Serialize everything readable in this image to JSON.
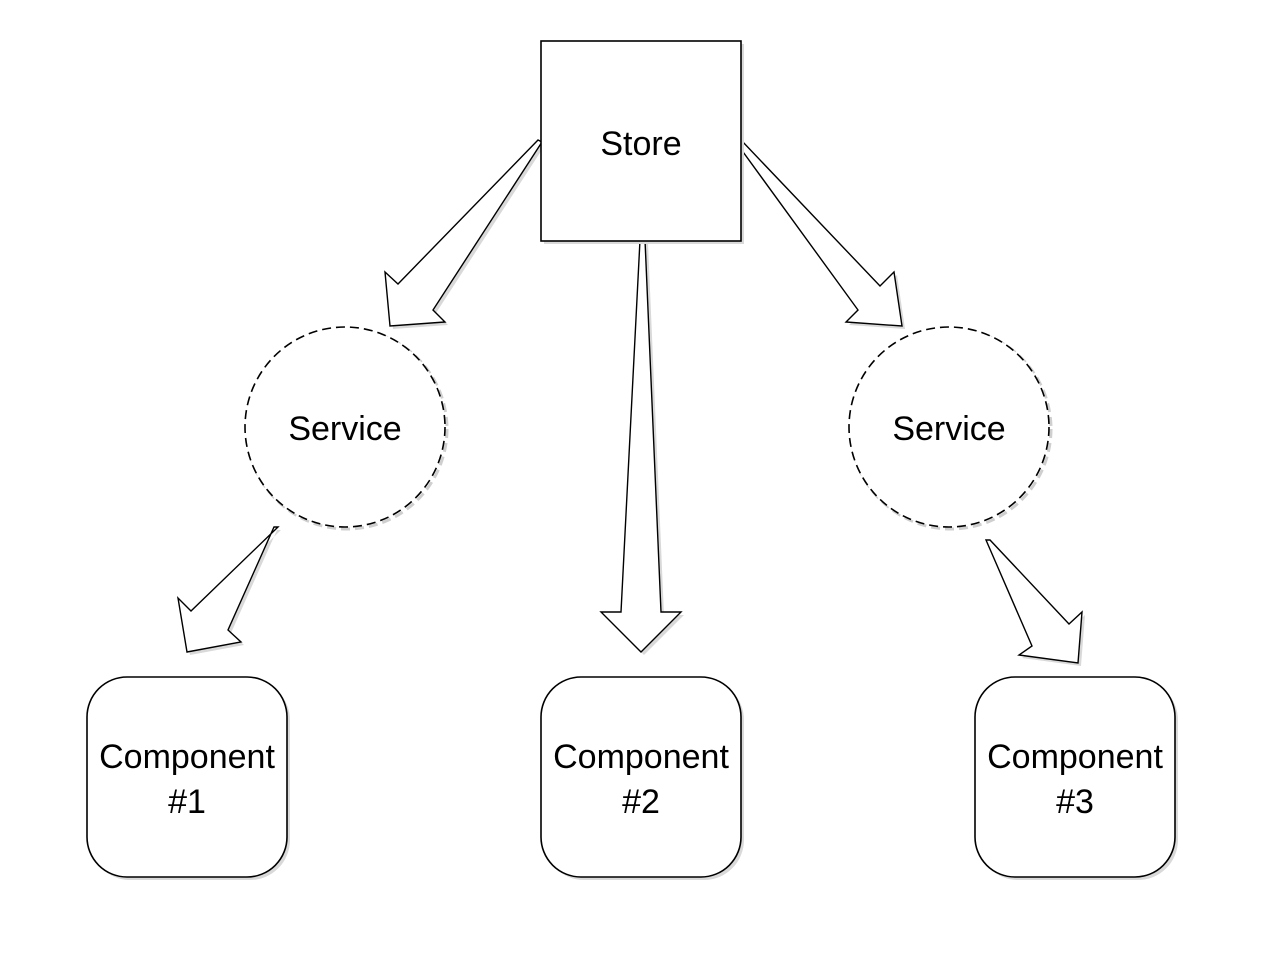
{
  "diagram": {
    "nodes": {
      "store": {
        "label": "Store"
      },
      "service_left": {
        "label": "Service"
      },
      "service_right": {
        "label": "Service"
      },
      "component_1": {
        "line1": "Component",
        "line2": "#1"
      },
      "component_2": {
        "line1": "Component",
        "line2": "#2"
      },
      "component_3": {
        "line1": "Component",
        "line2": "#3"
      }
    },
    "edges": [
      {
        "from": "store",
        "to": "service_left"
      },
      {
        "from": "store",
        "to": "component_2"
      },
      {
        "from": "store",
        "to": "service_right"
      },
      {
        "from": "service_left",
        "to": "component_1"
      },
      {
        "from": "service_right",
        "to": "component_3"
      }
    ]
  }
}
